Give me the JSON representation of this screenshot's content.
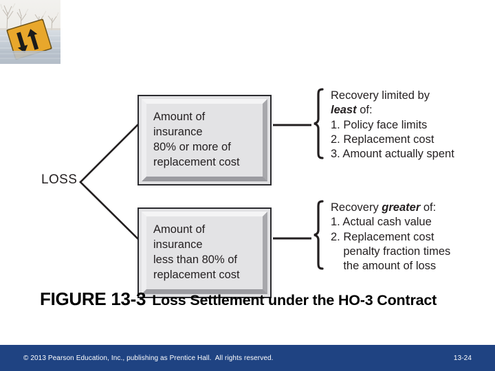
{
  "photo": {
    "name": "flooded-road-sign-photo",
    "alt": "Two-way traffic sign half submerged in flood water with bare trees behind",
    "sign_color": "#e8a72c",
    "water_color": "#c8ced6"
  },
  "diagram": {
    "root_label": "LOSS",
    "branches": [
      {
        "box_lines": [
          "Amount of insurance",
          "80% or more of",
          "replacement cost"
        ],
        "outcome": {
          "heading_parts": [
            {
              "text": "Recovery limited by ",
              "emphasis": false
            },
            {
              "text": "least",
              "emphasis": true
            },
            {
              "text": " of:",
              "emphasis": false
            }
          ],
          "heading_line1": "Recovery limited by",
          "heading_line2_pre": "",
          "heading_em": "least",
          "heading_line2_post": " of:",
          "items": [
            "1. Policy face limits",
            "2. Replacement cost",
            "3. Amount actually spent"
          ]
        }
      },
      {
        "box_lines": [
          "Amount of insurance",
          "less than 80% of",
          "replacement cost"
        ],
        "outcome": {
          "heading_line1": "Recovery",
          "heading_em": "greater",
          "heading_line1_post": " of:",
          "items": [
            "1. Actual cash value",
            "2. Replacement cost",
            "    penalty fraction times",
            "    the amount of loss"
          ]
        }
      }
    ]
  },
  "figure": {
    "number": "FIGURE 13-3",
    "title": "Loss Settlement under the HO-3 Contract"
  },
  "footer": {
    "copyright": "© 2013 Pearson Education, Inc., publishing as Prentice Hall.  All rights reserved.",
    "page_number": "13-24",
    "background_color": "#1f4382"
  }
}
